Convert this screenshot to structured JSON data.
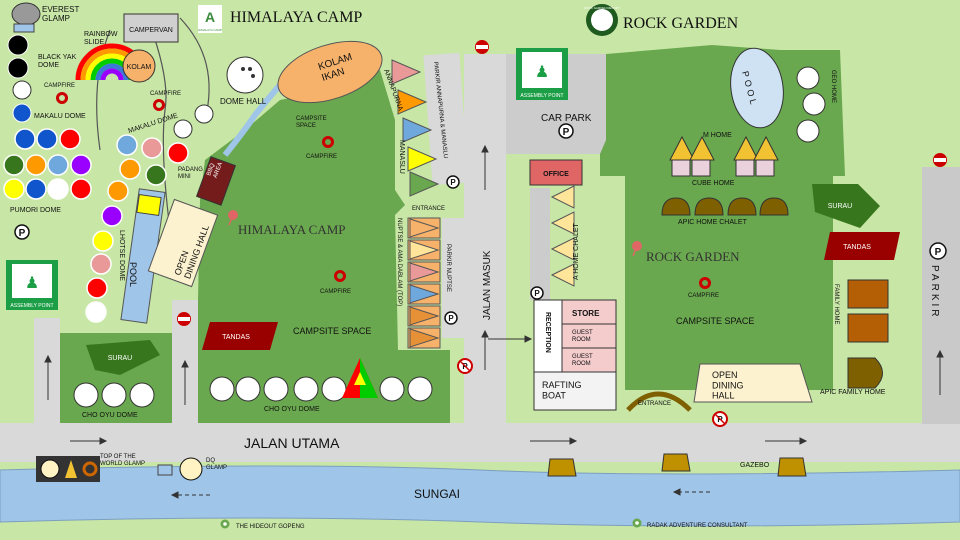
{
  "titles": {
    "himalaya_camp": "HIMALAYA CAMP",
    "rock_garden": "ROCK GARDEN"
  },
  "logos": {
    "himalaya_sub": "HIMALAYA CAMP",
    "rock_ring": "ROCK GARDEN RESORT"
  },
  "roads": {
    "jalan_utama": "JALAN UTAMA",
    "jalan_masuk": "JALAN MASUK",
    "sungai": "SUNGAI",
    "parkir": "PARKIR"
  },
  "himalaya": {
    "everest_glamp": "EVEREST\nGLAMP",
    "campervan": "CAMPERVAN",
    "rainbow_slide": "RAINBOW\nSLIDE",
    "kolam": "KOLAM",
    "black_yak_dome": "BLACK YAK\nDOME",
    "campfire": "CAMPFIRE",
    "makalu_dome_left": "MAKALU DOME",
    "makalu_dome_right": "MAKALU DOME",
    "dome_hall": "DOME HALL",
    "kolam_ikan": "KOLAM\nIKAN",
    "campsite_space": "CAMPSITE\nSPACE",
    "campsite_space_main": "CAMPSITE SPACE",
    "padang_mini": "PADANG\nMINI",
    "bbq_area": "BBQ\nAREA",
    "open_dining_hall": "OPEN\nDINING HALL",
    "pumori_dome": "PUMORI DOME",
    "lhotse_dome": "LHOTSE DOME",
    "pool": "POOL",
    "assembly_point": "ASSEMBLY POINT",
    "surau": "SURAU",
    "tandas": "TANDAS",
    "cho_oyu_dome": "CHO OYU DOME",
    "cho_oyu_dome_2": "CHO OYU  DOME",
    "annapurna": "ANNAPURNA",
    "manaslu": "MANASLU",
    "parkir_annapurna_manaslu": "PARKIR ANNAPURNA & MANASLU",
    "entrance": "ENTRANCE",
    "nuptse_ama_dablam": "NUPTSE & AMA DABLAM (TOP)",
    "parkir_nuptse": "PARKIR NUPTSE",
    "top_of_the_world_glamp": "TOP OF  THE\nWORLD GLAMP",
    "dq_glamp": "DQ\nGLAMP",
    "hideout_gopeng": "THE HIDEOUT GOPENG"
  },
  "rock": {
    "assembly_point": "ASSEMBLY POINT",
    "car_park": "CAR PARK",
    "office": "OFFICE",
    "a_home_chalet": "A  HOME CHALET",
    "pool": "POOL",
    "geo_home": "GEO HOME",
    "m_home": "M  HOME",
    "cube_home": "CUBE  HOME",
    "apic_home_chalet": "APIC HOME CHALET",
    "surau": "SURAU",
    "tandas": "TANDAS",
    "rock_garden_label": "ROCK GARDEN",
    "campfire": "CAMPFIRE",
    "campsite_space": "CAMPSITE SPACE",
    "family_home": "FAMILY HOME",
    "store": "STORE",
    "reception": "RECEPTION",
    "guest_room_1": "GUEST\nROOM",
    "guest_room_2": "GUEST\nROOM",
    "rafting_boat": "RAFTING\nBOAT",
    "entrance": "ENTRANCE",
    "open_dining_hall": "OPEN\nDINING\nHALL",
    "apic_family_home": "APIC FAMILY HOME",
    "gazebo": "GAZEBO",
    "radak": "RADAK ADVENTURE CONSULTANT"
  },
  "icons": {
    "parking": "P",
    "no_entry": "no-entry-icon",
    "no_parking": "no-parking-icon",
    "pin": "location-pin-icon"
  },
  "colors": {
    "grass": "#c8e6a6",
    "field": "#6aa84f",
    "road": "#d9d9d9",
    "river": "#9fc5e8",
    "kolam_ikan": "#f6b26b",
    "tandas": "#990000",
    "rainbow": [
      "#ff0000",
      "#ff9900",
      "#ffff00",
      "#00cc00",
      "#3c78d8",
      "#9900ff"
    ]
  }
}
